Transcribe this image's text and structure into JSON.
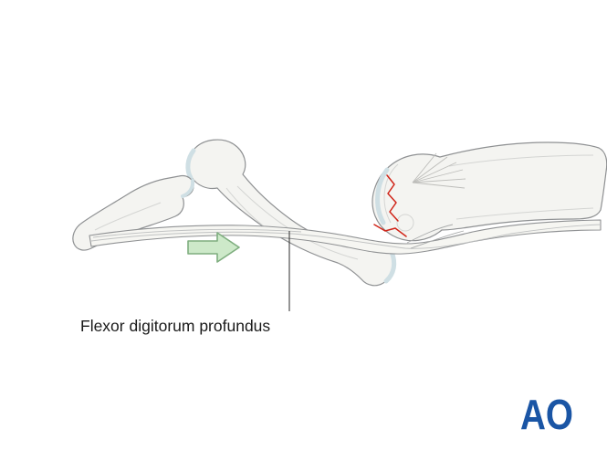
{
  "figure": {
    "label": "Flexor digitorum profundus",
    "arrow_direction": "right"
  },
  "logo": {
    "text": "AO"
  },
  "colors": {
    "bone_fill": "#f4f4f1",
    "bone_outline": "#8f9193",
    "cartilage": "#cfdfe4",
    "tendon_fill": "#f6f6f2",
    "fracture_red": "#d02418",
    "arrow_fill": "#cde9c9",
    "arrow_outline": "#7fae7f",
    "logo_blue": "#1a55a5",
    "background": "#ffffff"
  }
}
